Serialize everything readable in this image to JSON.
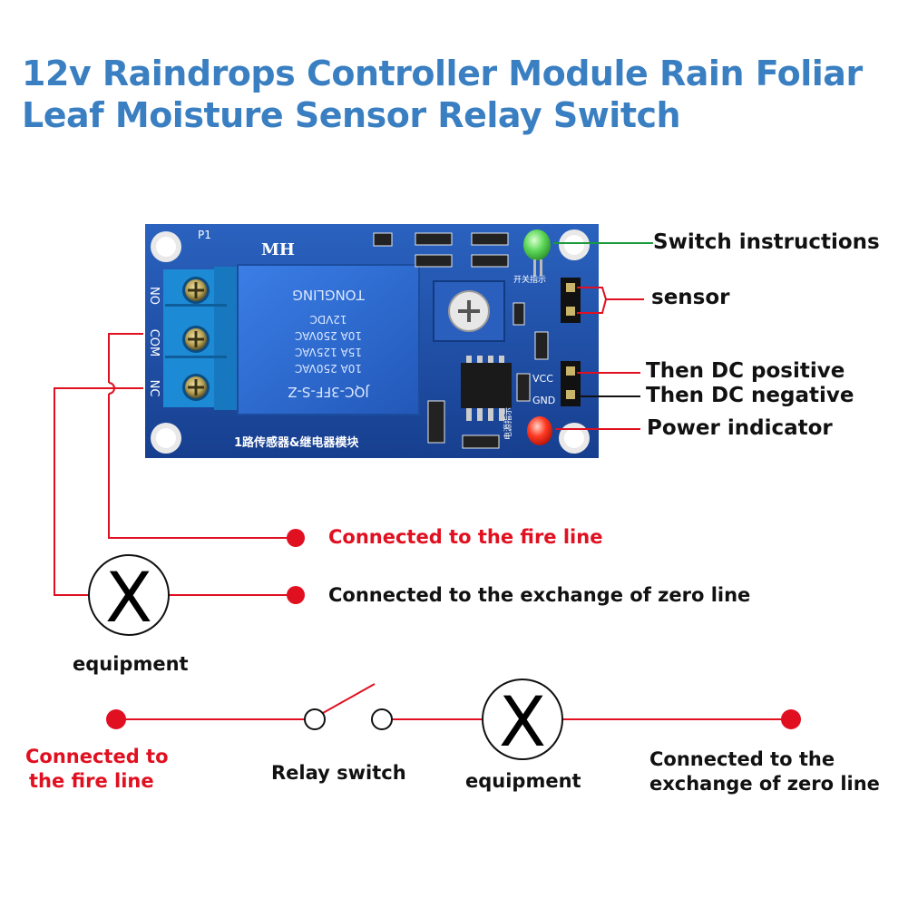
{
  "title": {
    "line1": "12v Raindrops Controller Module Rain Foliar",
    "line2": "Leaf Moisture Sensor Relay Switch"
  },
  "board": {
    "header_label": "P1",
    "brand": "MH",
    "relay_lines": [
      "JQC-3FF-S-Z",
      "10A 250VAC",
      "15A 125VAC",
      "10A 250VAC",
      "12VDC",
      "TONGLING"
    ],
    "terminal_labels": [
      "NO",
      "COM",
      "NC"
    ],
    "pin_labels": [
      "VCC",
      "GND"
    ],
    "switch_indicator_text": "开关指示",
    "power_indicator_text": "电源指示",
    "bottom_text": "1路传感器&继电器模块"
  },
  "callouts": {
    "switch_instructions": "Switch instructions",
    "sensor": "sensor",
    "dc_positive": "Then DC positive",
    "dc_negative": "Then DC negative",
    "power_indicator": "Power indicator"
  },
  "wiring": {
    "fire_line": "Connected to the fire line",
    "zero_line": "Connected to the exchange of zero line",
    "equipment_label": "equipment",
    "equipment_symbol": "X"
  },
  "schematic": {
    "fire_line_1": "Connected to",
    "fire_line_2": "the fire line",
    "relay_switch": "Relay switch",
    "equipment_label": "equipment",
    "equipment_symbol": "X",
    "zero_line_1": "Connected to the",
    "zero_line_2": "exchange of zero line"
  },
  "colors": {
    "title": "#3a7fc1",
    "board": "#1e50a8",
    "relay": "#2f6fd6",
    "terminal_block": "#1f8fd8",
    "wire_red": "#e01020",
    "led_green": "#4fd04a",
    "led_red": "#ff2a1a",
    "callout_green": "#1a9a3a"
  }
}
